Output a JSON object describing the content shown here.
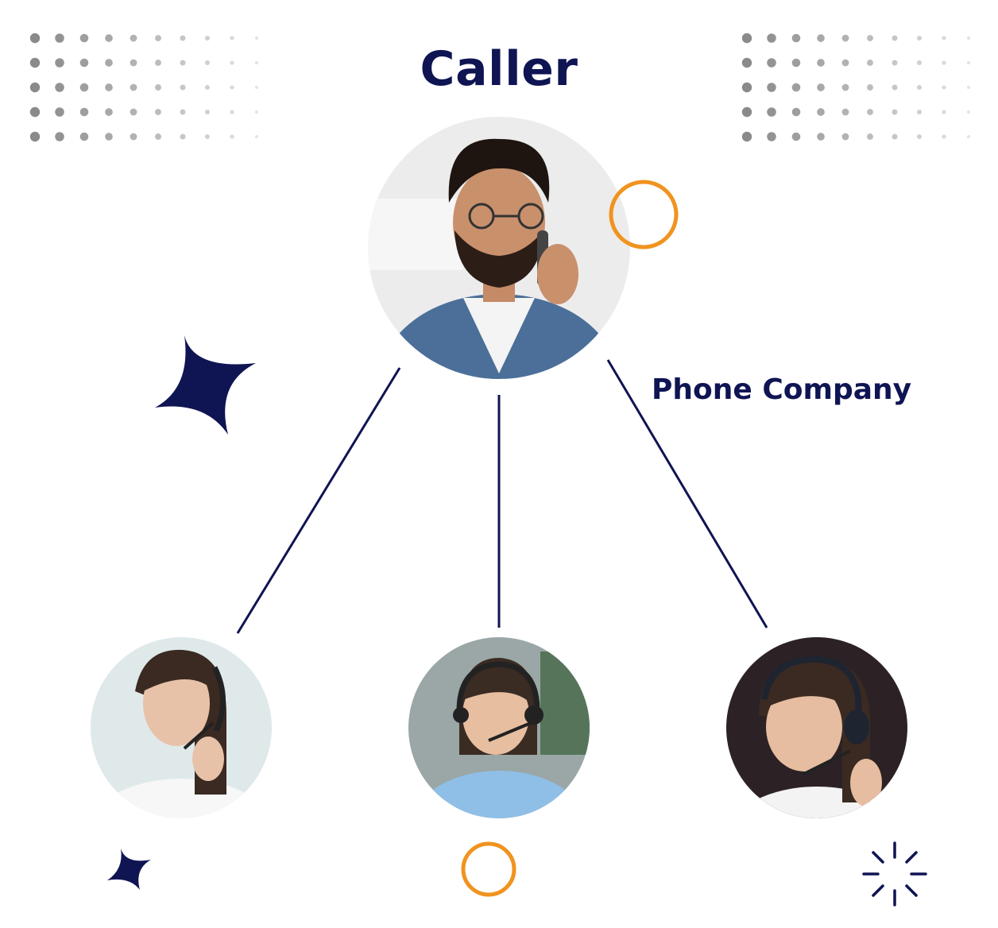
{
  "diagram": {
    "title": "Caller",
    "edge_label": "Phone Company",
    "nodes": {
      "caller": {
        "depicts": "man with glasses and beard talking on mobile phone"
      },
      "agent_left": {
        "depicts": "woman with headset smiling"
      },
      "agent_center": {
        "depicts": "woman with headset and microphone at desk"
      },
      "agent_right": {
        "depicts": "woman with headset and microphone smiling"
      }
    },
    "edges": [
      {
        "from": "caller",
        "to": "agent_left"
      },
      {
        "from": "caller",
        "to": "agent_center"
      },
      {
        "from": "caller",
        "to": "agent_right"
      }
    ]
  },
  "colors": {
    "primary": "#0f1453",
    "accent": "#f0931f",
    "dots": "#8a8a8a"
  },
  "decorations": [
    "dot-grid-left",
    "dot-grid-right",
    "sparkle-large",
    "sparkle-small",
    "ring-top",
    "ring-bottom",
    "burst-icon"
  ]
}
